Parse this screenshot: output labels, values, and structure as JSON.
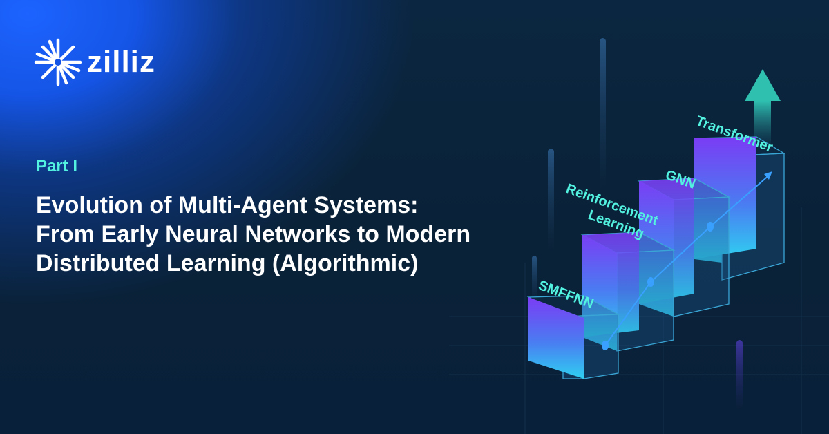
{
  "brand": {
    "name": "zilliz",
    "logo_icon": "starburst-icon"
  },
  "part_label": "Part I",
  "title_lines": [
    "Evolution of Multi-Agent Systems:",
    "From Early Neural Networks to Modern",
    "Distributed Learning (Algorithmic)"
  ],
  "illustration": {
    "blocks": [
      {
        "label": "SMFFNN"
      },
      {
        "label_lines": [
          "Reinforcement",
          "Learning"
        ]
      },
      {
        "label": "GNN"
      },
      {
        "label": "Transformer"
      }
    ],
    "colors": {
      "block_top": "#7b3cf4",
      "block_bottom": "#2fd0f0",
      "label": "#52f1e0",
      "accent_line": "#3aa0ff",
      "arrow": "#2fc0b0"
    }
  }
}
